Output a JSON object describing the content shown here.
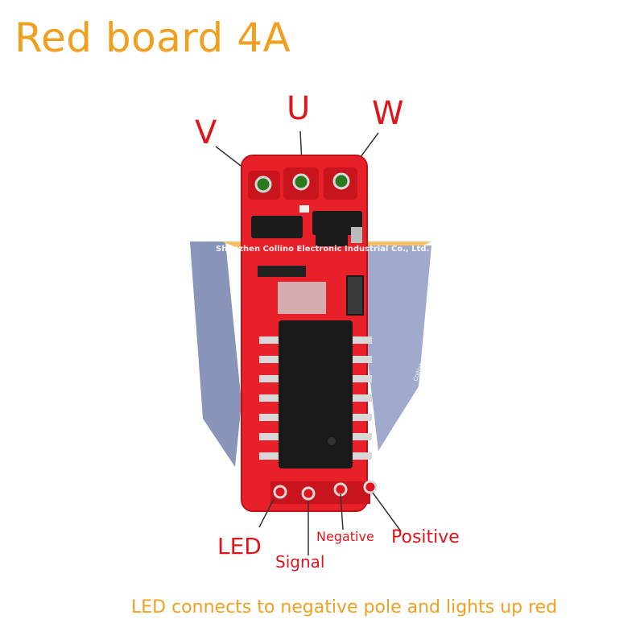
{
  "title": "Red board 4A",
  "phases": {
    "v": "V",
    "u": "U",
    "w": "W"
  },
  "pins": {
    "led": "LED",
    "signal": "Signal",
    "negative": "Negative",
    "positive": "Positive"
  },
  "caption": "LED connects to negative pole and lights up red",
  "watermark": {
    "company": "Shenzhen Collino Electronic Industrial Co., Ltd.",
    "brand": "Collino"
  },
  "colors": {
    "title": "#f0a020",
    "labels": "#e0141c",
    "board": "#e8202a"
  }
}
